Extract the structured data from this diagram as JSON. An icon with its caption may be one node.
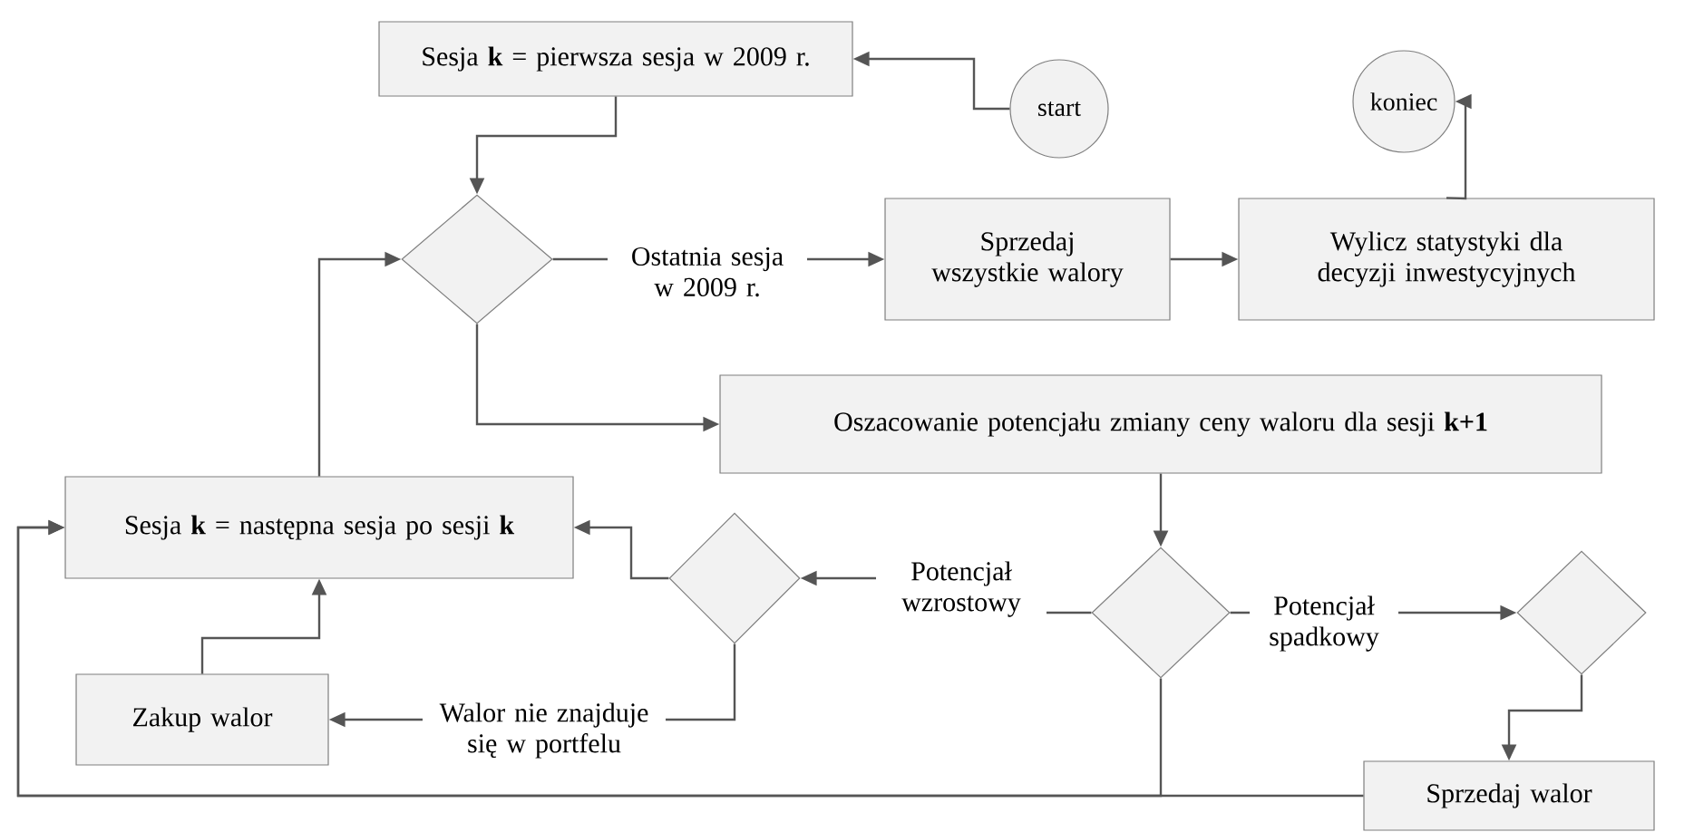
{
  "diagram": {
    "nodes": [
      {
        "text": [
          "Sesja **k** = pierwsza sesja w 2009 r."
        ]
      },
      {
        "text": [
          "start"
        ]
      },
      {
        "text": [],
        "shape": "diamond"
      },
      {
        "text": [
          "Sprzedaj wszystkie walory"
        ]
      },
      {
        "text": [
          "Wylicz statystyki dla decyzji inwestycyjnych"
        ]
      },
      {
        "text": [
          "koniec"
        ]
      },
      {
        "text": [
          "Oszacowanie potencjału zmiany ceny waloru dla sesji **k+1**"
        ]
      },
      {
        "text": [
          "Sesja **k** = następna sesja po sesji **k**"
        ]
      },
      {
        "text": [],
        "shape": "diamond"
      },
      {
        "text": [],
        "shape": "diamond"
      },
      {
        "text": [],
        "shape": "diamond"
      },
      {
        "text": [
          "Zakup walor"
        ]
      },
      {
        "text": [
          "Sprzedaj walor"
        ]
      }
    ],
    "edges": [
      {
        "from": 1,
        "to": 0,
        "arrow": "to"
      },
      {
        "from": 0,
        "to": 2,
        "arrow": "to"
      },
      {
        "from": 2,
        "to": 3,
        "arrow": "to",
        "label": "Ostatnia sesja w 2009 r."
      },
      {
        "from": 3,
        "to": 4,
        "arrow": "to"
      },
      {
        "from": 4,
        "to": 5,
        "arrow": "to"
      },
      {
        "from": 2,
        "to": 6,
        "arrow": "to"
      },
      {
        "from": 6,
        "to": 9,
        "arrow": "to"
      },
      {
        "from": 9,
        "to": 8,
        "arrow": "to",
        "label": "Potencjał wzrostowy"
      },
      {
        "from": 9,
        "to": 10,
        "arrow": "to",
        "label": "Potencjał spadkowy"
      },
      {
        "from": 10,
        "to": 12,
        "arrow": "to"
      },
      {
        "from": 8,
        "to": 7,
        "arrow": "to"
      },
      {
        "from": 8,
        "to": 11,
        "arrow": "to",
        "label": "Walor nie znajduje się w portfelu"
      },
      {
        "from": 11,
        "to": 7,
        "arrow": "to"
      },
      {
        "from": 7,
        "to": 2,
        "arrow": "to"
      },
      {
        "from": 9,
        "to": 7,
        "arrow": "to"
      },
      {
        "from": 12,
        "to": 7,
        "arrow": "to"
      }
    ]
  }
}
